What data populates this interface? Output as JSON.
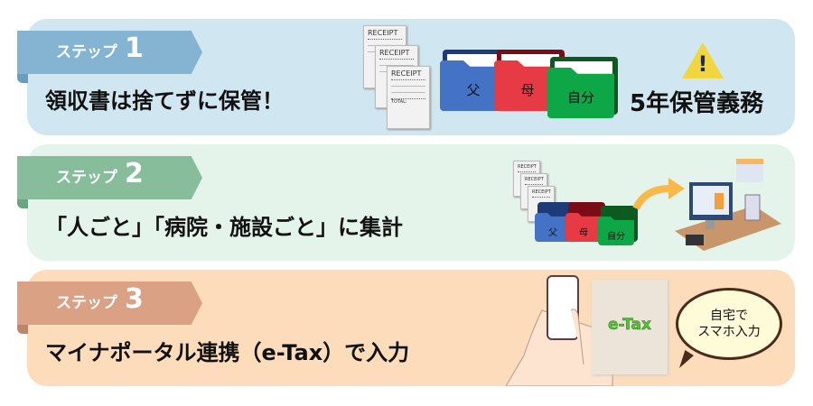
{
  "steps": [
    {
      "label": "ステップ",
      "number": "1",
      "title": "領収書は捨てずに保管！",
      "note": "5年保管義務",
      "color": "#d0e6f0",
      "ribbon": "#84b4d2"
    },
    {
      "label": "ステップ",
      "number": "2",
      "title": "「人ごと」「病院・施設ごと」に集計",
      "color": "#e4f4ea",
      "ribbon": "#88bd9c"
    },
    {
      "label": "ステップ",
      "number": "3",
      "title": "マイナポータル連携（e-Tax）で入力",
      "color": "#fcdcbb",
      "ribbon": "#daa184"
    }
  ],
  "receipt": {
    "heading": "RECEIPT",
    "total": "TOTAL:"
  },
  "folders": [
    "父",
    "母",
    "自分"
  ],
  "etax": "e-Tax",
  "bubble": {
    "line1": "自宅で",
    "line2": "スマホ入力"
  },
  "icons": [
    "warning-icon",
    "receipt-icon",
    "folder-icon",
    "computer-icon",
    "calendar-icon",
    "calculator-icon",
    "smartphone-icon",
    "arrow-icon"
  ]
}
